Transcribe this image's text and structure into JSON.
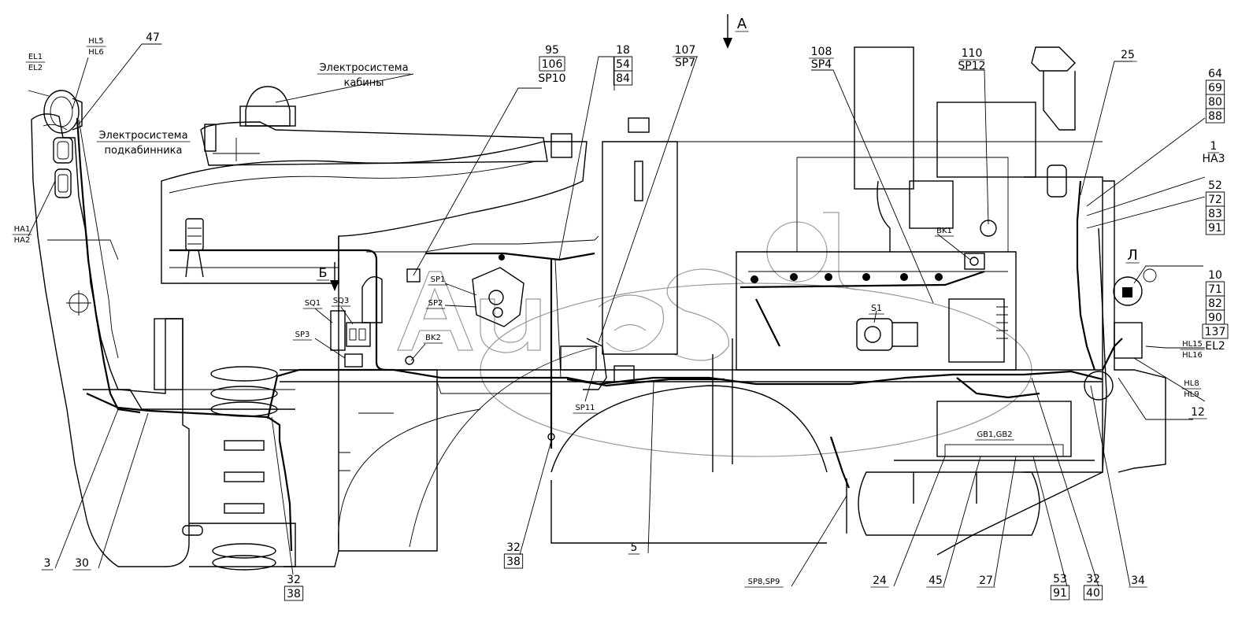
{
  "labels": {
    "t_a": "A",
    "t_b": "Б",
    "t_l": "Л",
    "t_cab": "Электросистема\nкабины",
    "t_subcab": "Электросистема\nподкабинника",
    "t_el": "EL1\nEL2",
    "t_hl56": "HL5\nHL6",
    "t_47": "47",
    "t_ha12": "HA1\nHA2",
    "t_95": "95\n106\nSP10",
    "t_18": "18\n54\n84",
    "t_107": "107\nSP7",
    "t_108": "108\nSP4",
    "t_110": "110\nSP12",
    "t_25": "25",
    "t_64": "64\n69\n80\n88",
    "t_1": "1\nHA3",
    "t_52": "52\n72\n83\n91",
    "t_10": "10\n71\n82\n90\n137\nEL2",
    "t_hl1516": "HL15\nHL16",
    "t_hl89": "HL8\nHL9",
    "t_12": "12",
    "t_bk1": "BK1",
    "t_s1": "S1",
    "t_sp1": "SP1",
    "t_sp2": "SP2",
    "t_sq1": "SQ1",
    "t_sq3": "SQ3",
    "t_sp3": "SP3",
    "t_bk2": "BK2",
    "t_sp11": "SP11",
    "t_gb": "GB1,GB2",
    "t_3": "3",
    "t_30": "30",
    "t_32a": "32\n38",
    "t_32b": "32\n38",
    "t_5": "5",
    "t_sp89": "SP8,SP9",
    "t_24": "24",
    "t_45": "45",
    "t_27": "27",
    "t_53": "53\n91",
    "t_32c": "32\n40",
    "t_34": "34"
  }
}
